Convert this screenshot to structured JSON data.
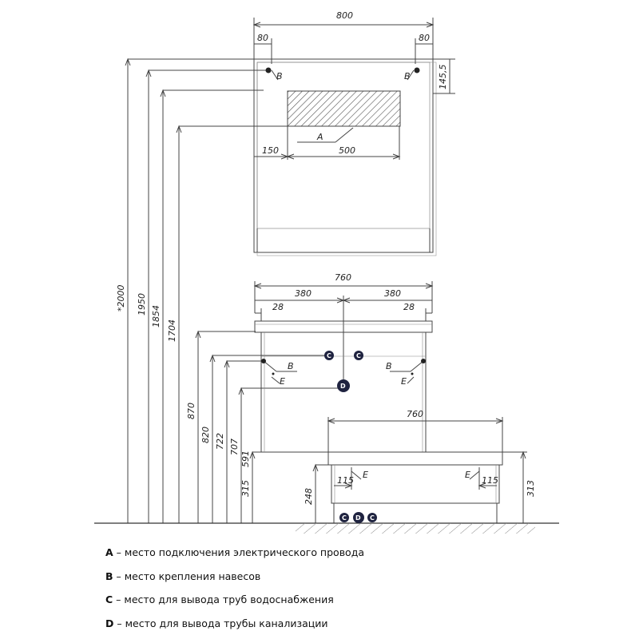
{
  "mirror": {
    "width": "800",
    "offset_left": "80",
    "offset_right": "80",
    "mount_offset": "145,5",
    "zone_offset": "150",
    "zone_width": "500",
    "zone_label": "A",
    "mount_label_left": "B",
    "mount_label_right": "B"
  },
  "vertical_dims": [
    "*2000",
    "1950",
    "1854",
    "1704"
  ],
  "cabinet": {
    "width": "760",
    "half_left": "380",
    "half_right": "380",
    "edge_left": "28",
    "edge_right": "28",
    "mount_label_left": "B",
    "mount_label_right": "B",
    "conn_label_left": "E",
    "conn_label_right": "E",
    "water_label": "C",
    "drain_label": "D"
  },
  "cabinet_heights": [
    "870",
    "820",
    "722",
    "707",
    "591",
    "315"
  ],
  "lower": {
    "width": "760",
    "edge_left": "115",
    "edge_right": "115",
    "height_left": "248",
    "height_right": "313",
    "conn_label_left": "E",
    "conn_label_right": "E",
    "water_label": "C",
    "drain_label": "D"
  },
  "legend": [
    {
      "key": "A",
      "text": " – место подключения электрического провода"
    },
    {
      "key": "B",
      "text": " – место крепления навесов"
    },
    {
      "key": "C",
      "text": " – место для вывода труб водоснабжения"
    },
    {
      "key": "D",
      "text": " – место для вывода трубы канализации"
    }
  ]
}
